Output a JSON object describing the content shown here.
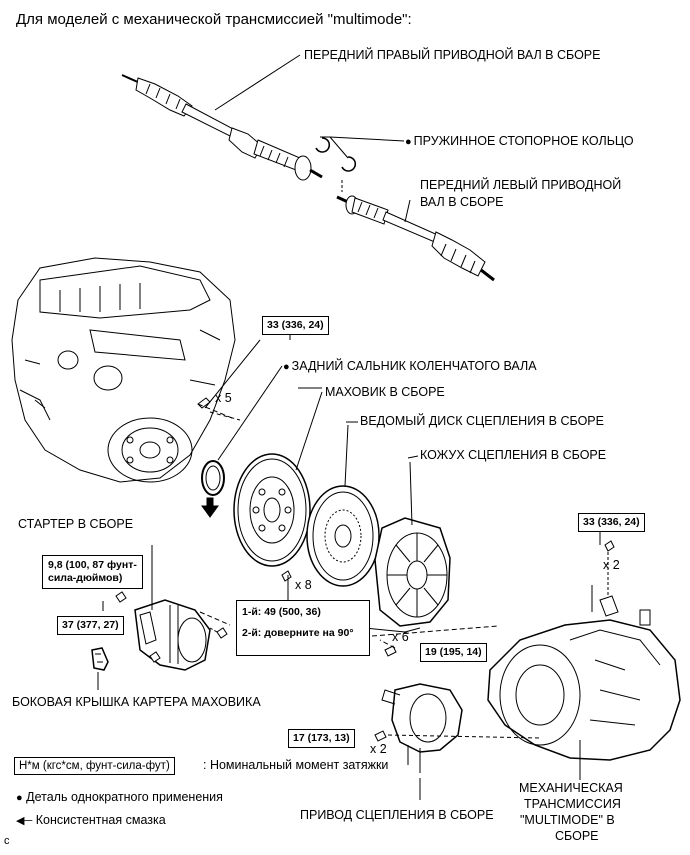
{
  "header": "Для моделей с механической трансмиссией \"multimode\":",
  "labels": {
    "front_right_shaft": "ПЕРЕДНИЙ ПРАВЫЙ ПРИВОДНОЙ ВАЛ В СБОРЕ",
    "snap_ring": "ПРУЖИННОЕ СТОПОРНОЕ КОЛЬЦО",
    "front_left_shaft_line1": "ПЕРЕДНИЙ ЛЕВЫЙ ПРИВОДНОЙ",
    "front_left_shaft_line2": "ВАЛ В СБОРЕ",
    "crank_seal": "ЗАДНИЙ САЛЬНИК КОЛЕНЧАТОГО ВАЛА",
    "flywheel": "МАХОВИК В СБОРЕ",
    "clutch_disc": "ВЕДОМЫЙ ДИСК СЦЕПЛЕНИЯ В СБОРЕ",
    "clutch_cover": "КОЖУХ СЦЕПЛЕНИЯ В СБОРЕ",
    "starter": "СТАРТЕР В СБОРЕ",
    "flywheel_cover": "БОКОВАЯ КРЫШКА КАРТЕРА МАХОВИКА",
    "actuator": "ПРИВОД СЦЕПЛЕНИЯ В СБОРЕ",
    "transmission_line1": "МЕХАНИЧЕСКАЯ",
    "transmission_line2": "ТРАНСМИССИЯ",
    "transmission_line3": "\"MULTIMODE\" В",
    "transmission_line4": "СБОРЕ"
  },
  "torques": {
    "t33a": "33 (336, 24)",
    "t33b": "33 (336, 24)",
    "t98_line1": "9,8 (100, 87 фунт-",
    "t98_line2": "сила-дюймов)",
    "t37": "37 (377, 27)",
    "flywheel_1": "1-й: 49 (500, 36)",
    "flywheel_2": "2-й: доверните на 90°",
    "t19": "19 (195, 14)",
    "t17": "17 (173, 13)"
  },
  "counts": {
    "x5": "x 5",
    "x8": "x 8",
    "x6": "x 6",
    "x2a": "x 2",
    "x2b": "x 2"
  },
  "legend": {
    "unit_box": "Н*м (кгс*см, фунт-сила-фут)",
    "unit_desc": ": Номинальный момент затяжки",
    "non_reusable": "Деталь однократного применения",
    "grease": "Консистентная смазка"
  },
  "corner_mark": "c"
}
